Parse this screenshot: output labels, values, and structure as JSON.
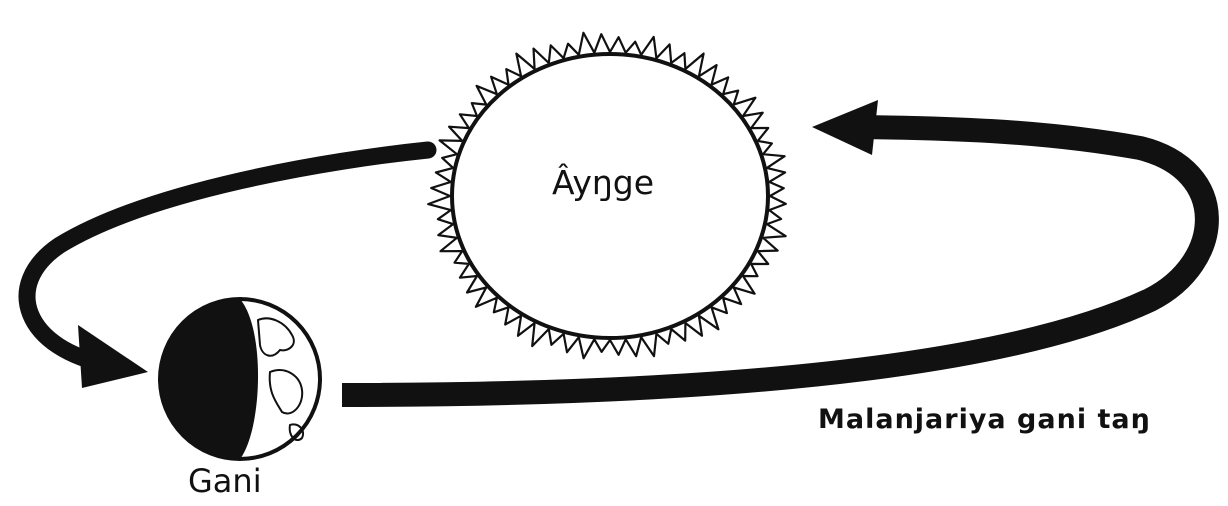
{
  "labels": {
    "sun": "Âyŋge",
    "earth": "Gani",
    "orbit": "Malanjariya gani taŋ"
  }
}
